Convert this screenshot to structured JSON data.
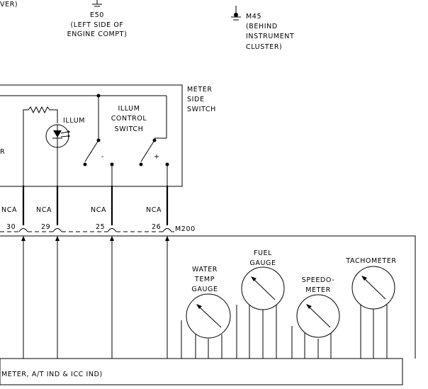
{
  "grounds": {
    "e50": {
      "label_partial": "VER)",
      "id": "E50",
      "desc1": "(LEFT SIDE OF",
      "desc2": "ENGINE COMPT)"
    },
    "m45": {
      "id": "M45",
      "desc1": "(BEHIND",
      "desc2": "INSTRUMENT",
      "desc3": "CLUSTER)"
    }
  },
  "meter_switch": {
    "title1": "METER",
    "title2": "SIDE",
    "title3": "SWITCH",
    "illum": "ILLUM",
    "control1": "ILLUM",
    "control2": "CONTROL",
    "control3": "SWITCH",
    "minus": "-",
    "plus": "+",
    "partial_left": "R"
  },
  "connector": {
    "id": "M200",
    "pins": [
      {
        "nca": "NCA",
        "num": "30"
      },
      {
        "nca": "NCA",
        "num": "29"
      },
      {
        "nca": "NCA",
        "num": "25"
      },
      {
        "nca": "NCA",
        "num": "26"
      }
    ]
  },
  "gauges": {
    "water1": "WATER",
    "water2": "TEMP",
    "water3": "GAUGE",
    "fuel1": "FUEL",
    "fuel2": "GAUGE",
    "speedo1": "SPEEDO-",
    "speedo2": "METER",
    "tacho": "TACHOMETER"
  },
  "bottom_label": "METER, A/T IND & ICC IND)"
}
